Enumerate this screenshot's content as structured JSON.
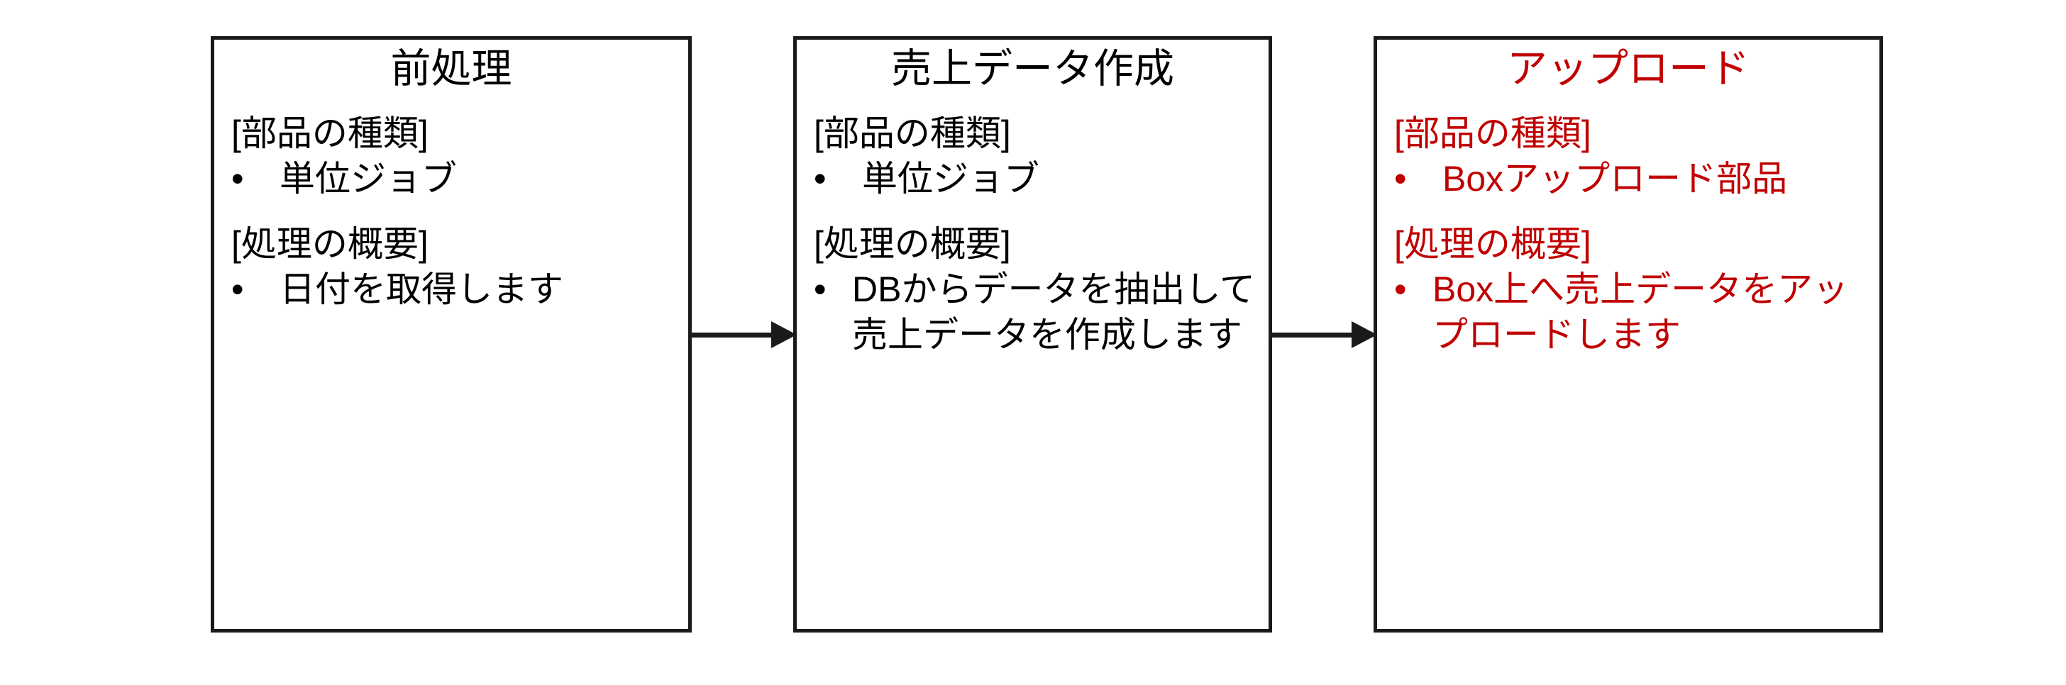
{
  "diagram": {
    "type": "process-flow",
    "background_color": "#ffffff",
    "orientation": "left-to-right",
    "accent_color": "#c00000",
    "default_text_color": "#000000",
    "border_color": "#1a1a1a",
    "steps": [
      {
        "id": "step-1",
        "title": "前処理",
        "text_color": "#000000",
        "highlighted": false,
        "sections": [
          {
            "heading": "[部品の種類]",
            "bullets": [
              {
                "marker": "•",
                "text": "単位ジョブ",
                "extra_indent": true
              }
            ]
          },
          {
            "heading": "[処理の概要]",
            "bullets": [
              {
                "marker": "•",
                "text": "日付を取得します",
                "extra_indent": true
              }
            ]
          }
        ]
      },
      {
        "id": "step-2",
        "title": "売上データ作成",
        "text_color": "#000000",
        "highlighted": false,
        "sections": [
          {
            "heading": "[部品の種類]",
            "bullets": [
              {
                "marker": "•",
                "text": "単位ジョブ",
                "extra_indent": true
              }
            ]
          },
          {
            "heading": "[処理の概要]",
            "bullets": [
              {
                "marker": "•",
                "text": "DBからデータを抽出して売上データを作成します",
                "extra_indent": false
              }
            ]
          }
        ]
      },
      {
        "id": "step-3",
        "title": "アップロード",
        "text_color": "#c00000",
        "highlighted": true,
        "sections": [
          {
            "heading": "[部品の種類]",
            "bullets": [
              {
                "marker": "•",
                "text": "Boxアップロード部品",
                "extra_indent": true
              }
            ]
          },
          {
            "heading": "[処理の概要]",
            "bullets": [
              {
                "marker": "•",
                "text": "Box上へ売上データをアップロードします",
                "extra_indent": false
              }
            ]
          }
        ]
      }
    ],
    "connectors": [
      {
        "id": "arrow-1",
        "from": "step-1",
        "to": "step-2",
        "style": "solid-filled-arrowhead",
        "color": "#1a1a1a"
      },
      {
        "id": "arrow-2",
        "from": "step-2",
        "to": "step-3",
        "style": "solid-filled-arrowhead",
        "color": "#1a1a1a"
      }
    ]
  }
}
